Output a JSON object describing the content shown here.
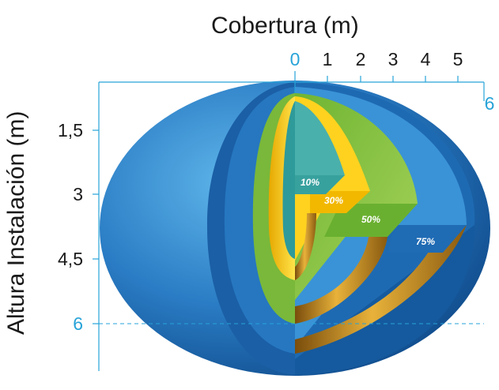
{
  "axes": {
    "x_title": "Cobertura (m)",
    "y_title": "Altura Instalación (m)",
    "x_ticks": [
      "0",
      "1",
      "2",
      "3",
      "4",
      "5",
      "6"
    ],
    "y_ticks": [
      "1,5",
      "3",
      "4,5",
      "6"
    ]
  },
  "zones": [
    {
      "label": "10%"
    },
    {
      "label": "30%"
    },
    {
      "label": "50%"
    },
    {
      "label": "75%"
    }
  ],
  "colors": {
    "accent": "#27a3d8",
    "outer_blue": "#1f6fb8",
    "mid_blue": "#2f8fd0",
    "green": "#8dc63f",
    "yellow": "#ffd21f",
    "teal": "#3aa6a6",
    "gold": "#c98a1a"
  }
}
